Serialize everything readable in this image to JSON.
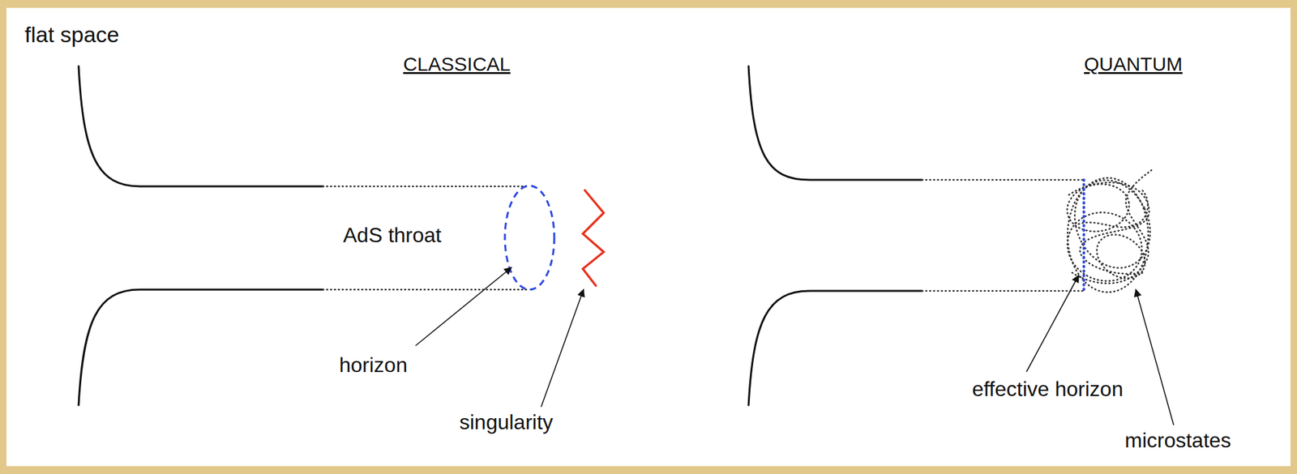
{
  "diagram": {
    "labels": [
      "flat space",
      "CLASSICAL",
      "QUANTUM",
      "AdS throat",
      "horizon",
      "singularity",
      "effective horizon",
      "microstates"
    ]
  }
}
